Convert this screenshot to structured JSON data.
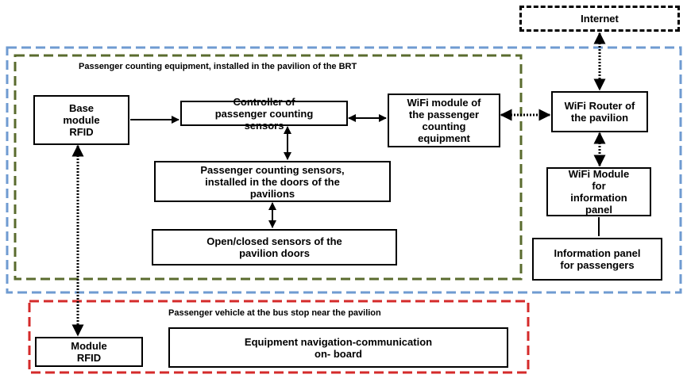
{
  "regions": {
    "pavilion_equipment": "Passenger counting equipment, installed in the pavilion of the BRT",
    "vehicle": "Passenger vehicle at the bus stop near the pavilion"
  },
  "nodes": {
    "internet": "Internet",
    "base_rfid": "Base\nmodule\nRFID",
    "controller": "Controller of\npassenger counting\nsensors",
    "wifi_module_counter": "WiFi module of\nthe passenger\ncounting\nequipment",
    "wifi_router": "WiFi Router of\nthe pavilion",
    "counting_sensors": "Passenger counting sensors,\ninstalled in the doors of the\npavilions",
    "door_sensors": "Open/closed sensors of the\npavilion doors",
    "wifi_module_panel": "WiFi Module\nfor\ninformation\npanel",
    "info_panel": "Information panel\nfor passengers",
    "module_rfid": "Module\nRFID",
    "nav_equipment": "Equipment navigation-communication\non- board"
  },
  "colors": {
    "blue_region": "#6f9bd1",
    "green_region": "#5a6b2e",
    "red_region": "#d42a2a"
  }
}
